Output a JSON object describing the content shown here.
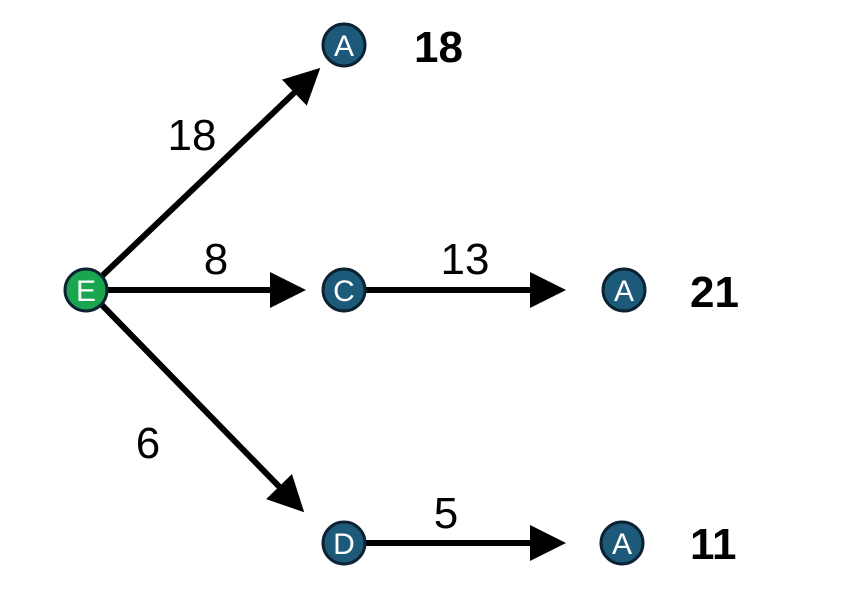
{
  "colors": {
    "start_node": "#1aa64f",
    "node": "#1d5a7a",
    "node_stroke": "#0c2233",
    "edge": "#000000"
  },
  "nodes": {
    "e": "E",
    "a_top": "A",
    "c": "C",
    "a_mid": "A",
    "d": "D",
    "a_bottom": "A"
  },
  "edges": {
    "e_to_a": "18",
    "e_to_c": "8",
    "e_to_d": "6",
    "c_to_a": "13",
    "d_to_a": "5"
  },
  "totals": {
    "top": "18",
    "middle": "21",
    "bottom": "11"
  }
}
